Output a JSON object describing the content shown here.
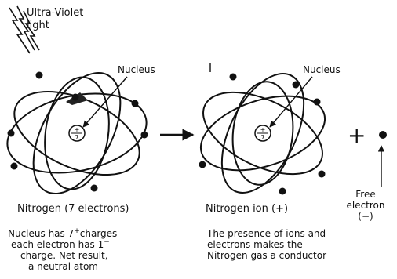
{
  "uv_label_line1": "Ultra-Violet",
  "uv_label_line2": "light",
  "left_nucleus_label": "Nucleus",
  "right_nucleus_label": "Nucleus",
  "nucleus_charge_top": "+",
  "nucleus_charge_value": "7",
  "left_caption": "Nitrogen (7 electrons)",
  "right_caption": "Nitrogen ion (+)",
  "plus_sign": "+",
  "free_electron_line1": "Free",
  "free_electron_line2": "electron",
  "free_electron_line3": "(−)",
  "left_note": {
    "line1_a": "Nucleus has 7",
    "line1_sup": "+",
    "line1_b": "charges",
    "line2_a": "each electron has 1",
    "line2_sup": "−",
    "line3": "charge. Net result,",
    "line4": "a neutral atom"
  },
  "right_note": {
    "line1": "The presence of ions and",
    "line2": "electrons makes the",
    "line3": "Nitrogen gas a conductor"
  },
  "colors": {
    "ink": "#111111",
    "paper": "#ffffff"
  }
}
